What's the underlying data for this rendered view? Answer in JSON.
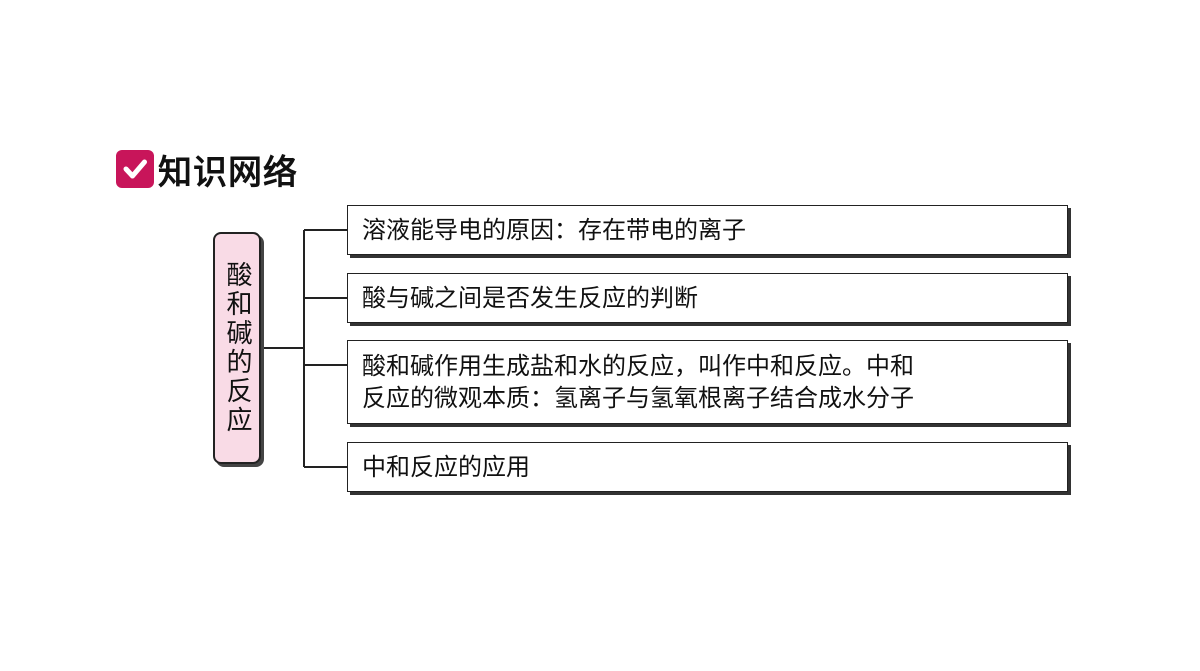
{
  "header": {
    "icon": "checkmark-icon",
    "title": "知识网络",
    "accent_color": "#c8155a"
  },
  "diagram": {
    "root": {
      "label": "酸和碱的反应",
      "fill_color": "#f9dbe6"
    },
    "branches": [
      {
        "text": "溶液能导电的原因：存在带电的离子"
      },
      {
        "text": "酸与碱之间是否发生反应的判断"
      },
      {
        "text": "酸和碱作用生成盐和水的反应，叫作中和反应。中和\n反应的微观本质：氢离子与氢氧根离子结合成水分子"
      },
      {
        "text": "中和反应的应用"
      }
    ]
  }
}
